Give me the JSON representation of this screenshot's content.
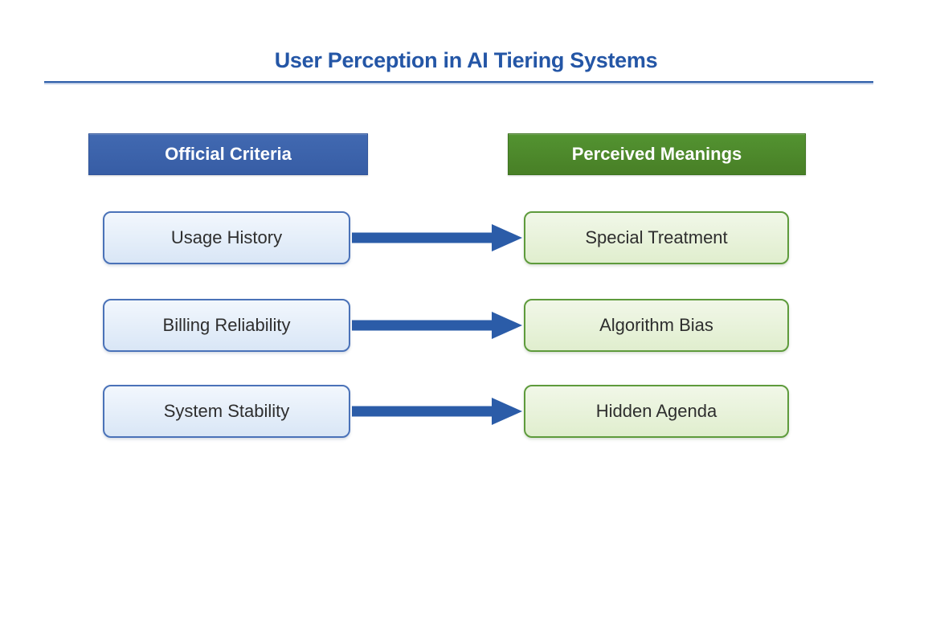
{
  "title": "User Perception in AI Tiering Systems",
  "columns": {
    "left": {
      "label": "Official Criteria",
      "color": "#3A62AB"
    },
    "right": {
      "label": "Perceived Meanings",
      "color": "#4C8A28"
    }
  },
  "rows": [
    {
      "left": "Usage History",
      "right": "Special Treatment"
    },
    {
      "left": "Billing Reliability",
      "right": "Algorithm Bias"
    },
    {
      "left": "System Stability",
      "right": "Hidden Agenda"
    }
  ],
  "icons": {
    "connector": "right-arrow"
  },
  "colors": {
    "title_text": "#2456A6",
    "title_rule": "#2B5CA8",
    "header_blue": "#3A62AB",
    "header_green": "#4C8A28",
    "item_blue_fill": "#E3EDF9",
    "item_blue_border": "#4A72B8",
    "item_green_fill": "#E9F3DA",
    "item_green_border": "#5E9B3C",
    "arrow": "#2B5CA8",
    "item_text": "#2E2E2E"
  }
}
